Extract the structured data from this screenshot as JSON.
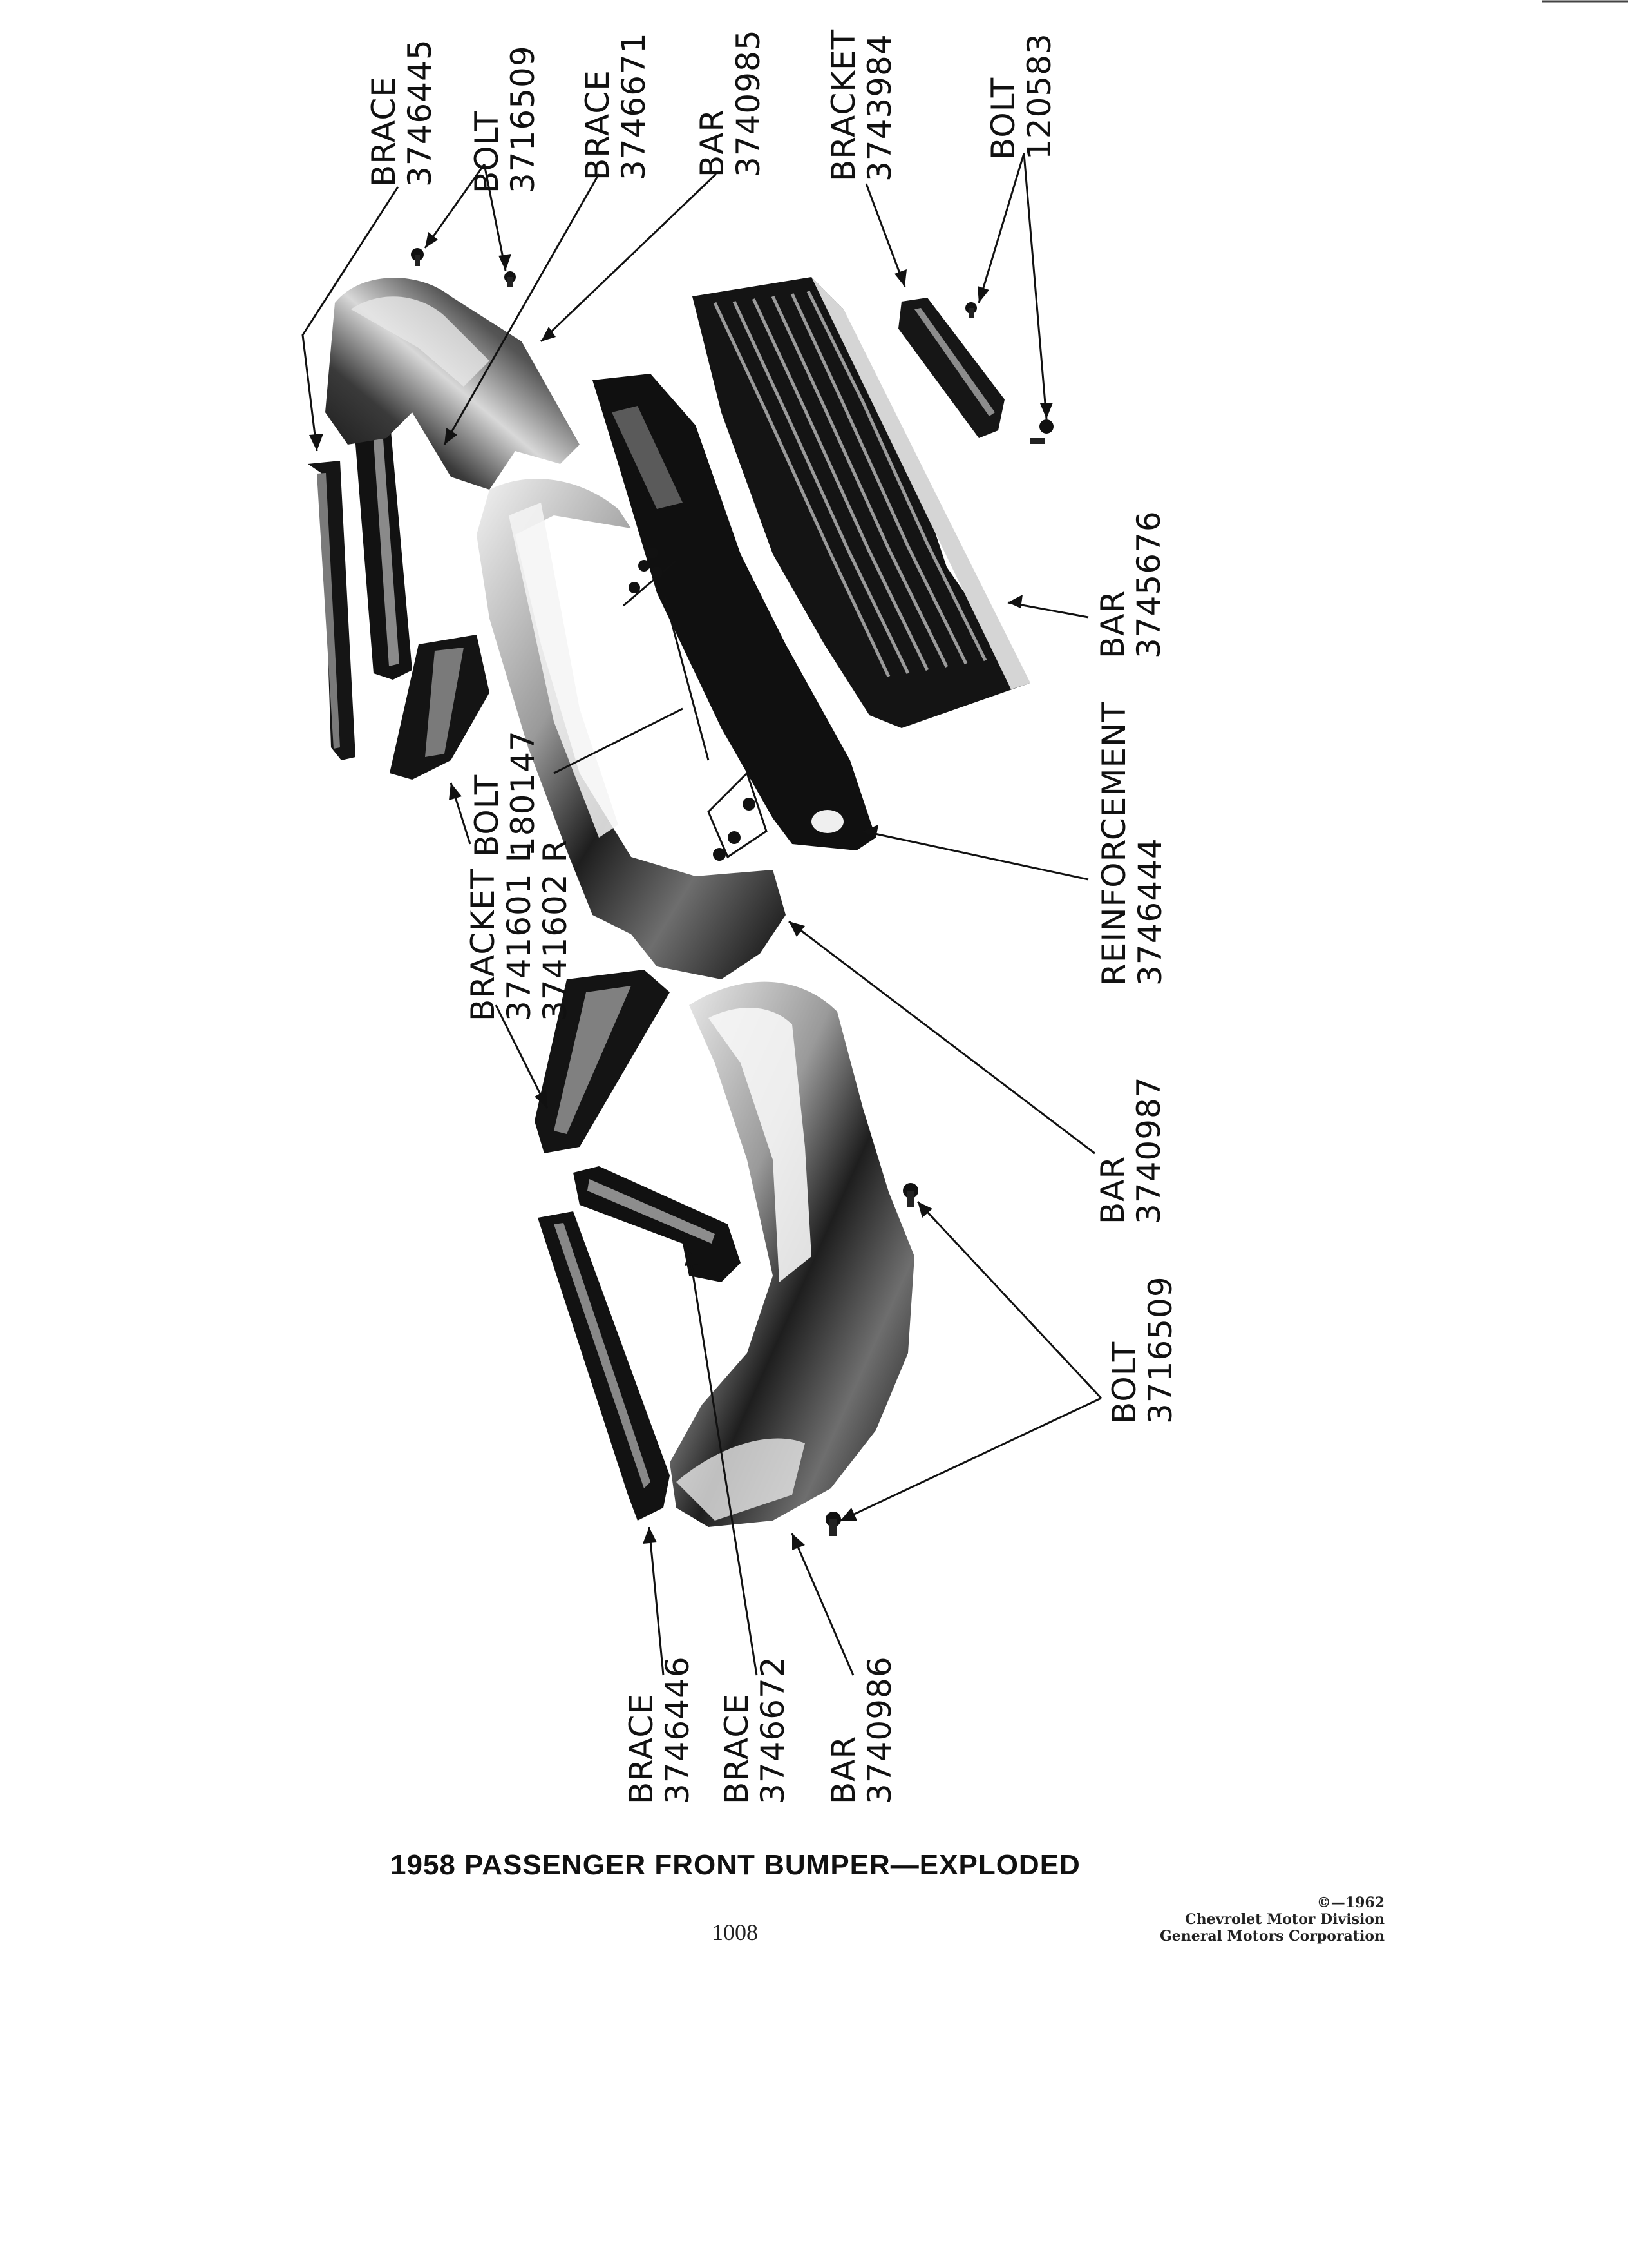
{
  "figure": {
    "title": "1958 PASSENGER FRONT BUMPER—EXPLODED",
    "page_number": "1008",
    "copyright": [
      "©—1962",
      "Chevrolet Motor Division",
      "General Motors Corporation"
    ]
  },
  "callouts": {
    "brace_3746445": {
      "name": "BRACE",
      "part": "3746445"
    },
    "bolt_3716509_top": {
      "name": "BOLT",
      "part": "3716509"
    },
    "brace_3746671": {
      "name": "BRACE",
      "part": "3746671"
    },
    "bar_3740985": {
      "name": "BAR",
      "part": "3740985"
    },
    "bracket_3743984": {
      "name": "BRACKET",
      "part": "3743984"
    },
    "bolt_120583": {
      "name": "BOLT",
      "part": "120583"
    },
    "bar_3745676": {
      "name": "BAR",
      "part": "3745676"
    },
    "bolt_180147": {
      "name": "BOLT",
      "part": "180147"
    },
    "bracket_3741601": {
      "name": "BRACKET",
      "part_l": "3741601 L",
      "part_r": "3741602 R"
    },
    "reinforcement_3746444": {
      "name": "REINFORCEMENT",
      "part": "3746444"
    },
    "bar_3740987": {
      "name": "BAR",
      "part": "3740987"
    },
    "bolt_3716509_bottom": {
      "name": "BOLT",
      "part": "3716509"
    },
    "brace_3746446": {
      "name": "BRACE",
      "part": "3746446"
    },
    "brace_3746672": {
      "name": "BRACE",
      "part": "3746672"
    },
    "bar_3740986": {
      "name": "BAR",
      "part": "3740986"
    }
  }
}
